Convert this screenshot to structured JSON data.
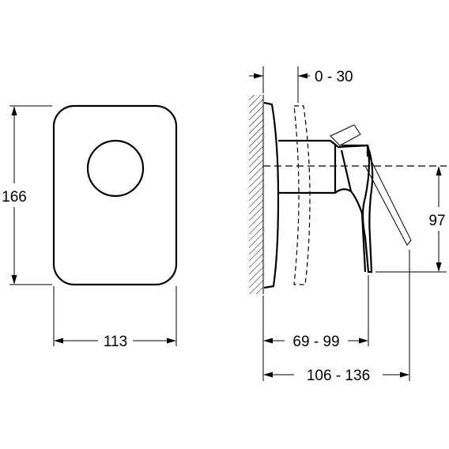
{
  "dimensions": {
    "height_front": "166",
    "width_front": "113",
    "offset_range": "0 - 30",
    "lever_height": "97",
    "body_depth_range": "69 - 99",
    "total_depth_range": "106 - 136"
  },
  "views": {
    "front": "faceplate-front-view",
    "side": "mixer-side-view"
  }
}
